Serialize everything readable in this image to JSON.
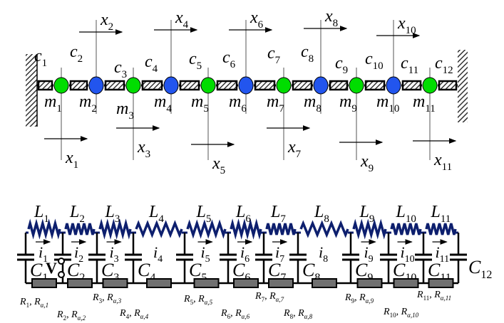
{
  "mechanical": {
    "masses": [
      {
        "label": "m",
        "sub": "1",
        "color": "#00dd00"
      },
      {
        "label": "m",
        "sub": "2",
        "color": "#2255ee"
      },
      {
        "label": "m",
        "sub": "3",
        "color": "#00dd00"
      },
      {
        "label": "m",
        "sub": "4",
        "color": "#2255ee"
      },
      {
        "label": "m",
        "sub": "5",
        "color": "#00dd00"
      },
      {
        "label": "m",
        "sub": "6",
        "color": "#2255ee"
      },
      {
        "label": "m",
        "sub": "7",
        "color": "#00dd00"
      },
      {
        "label": "m",
        "sub": "8",
        "color": "#2255ee"
      },
      {
        "label": "m",
        "sub": "9",
        "color": "#00dd00"
      },
      {
        "label": "m",
        "sub": "10",
        "color": "#2255ee"
      },
      {
        "label": "m",
        "sub": "11",
        "color": "#00dd00"
      }
    ],
    "dampers": [
      {
        "label": "c",
        "sub": "1"
      },
      {
        "label": "c",
        "sub": "2"
      },
      {
        "label": "c",
        "sub": "3"
      },
      {
        "label": "c",
        "sub": "4"
      },
      {
        "label": "c",
        "sub": "5"
      },
      {
        "label": "c",
        "sub": "6"
      },
      {
        "label": "c",
        "sub": "7"
      },
      {
        "label": "c",
        "sub": "8"
      },
      {
        "label": "c",
        "sub": "9"
      },
      {
        "label": "c",
        "sub": "10"
      },
      {
        "label": "c",
        "sub": "11"
      },
      {
        "label": "c",
        "sub": "12"
      }
    ],
    "displacements": [
      {
        "label": "x",
        "sub": "1"
      },
      {
        "label": "x",
        "sub": "2"
      },
      {
        "label": "x",
        "sub": "3"
      },
      {
        "label": "x",
        "sub": "4"
      },
      {
        "label": "x",
        "sub": "5"
      },
      {
        "label": "x",
        "sub": "6"
      },
      {
        "label": "x",
        "sub": "7"
      },
      {
        "label": "x",
        "sub": "8"
      },
      {
        "label": "x",
        "sub": "9"
      },
      {
        "label": "x",
        "sub": "10"
      },
      {
        "label": "x",
        "sub": "11"
      }
    ]
  },
  "electrical": {
    "inductors": [
      "1",
      "2",
      "3",
      "4",
      "5",
      "6",
      "7",
      "8",
      "9",
      "10",
      "11"
    ],
    "inductor_label": "L",
    "inductor_color": "#0d1f6e",
    "currents": [
      "1",
      "2",
      "3",
      "4",
      "5",
      "6",
      "7",
      "8",
      "9",
      "10",
      "11"
    ],
    "current_label": "i",
    "capacitors": [
      "1",
      "2",
      "3",
      "4",
      "5",
      "6",
      "7",
      "8",
      "9",
      "10",
      "11",
      "12"
    ],
    "capacitor_label": "C",
    "resistors": [
      {
        "r": "R",
        "sub": "1",
        "ra": "R",
        "ra_sub": "α,1"
      },
      {
        "r": "R",
        "sub": "2",
        "ra": "R",
        "ra_sub": "α,2"
      },
      {
        "r": "R",
        "sub": "3",
        "ra": "R",
        "ra_sub": "α,3"
      },
      {
        "r": "R",
        "sub": "4",
        "ra": "R",
        "ra_sub": "α,4"
      },
      {
        "r": "R",
        "sub": "5",
        "ra": "R",
        "ra_sub": "α,5"
      },
      {
        "r": "R",
        "sub": "6",
        "ra": "R",
        "ra_sub": "α,6"
      },
      {
        "r": "R",
        "sub": "7",
        "ra": "R",
        "ra_sub": "α,7"
      },
      {
        "r": "R",
        "sub": "8",
        "ra": "R",
        "ra_sub": "α,8"
      },
      {
        "r": "R",
        "sub": "9",
        "ra": "R",
        "ra_sub": "α,9"
      },
      {
        "r": "R",
        "sub": "10",
        "ra": "R",
        "ra_sub": "α,10"
      },
      {
        "r": "R",
        "sub": "11",
        "ra": "R",
        "ra_sub": "α,11"
      }
    ],
    "resistor_color": "#707070",
    "source_label": "V"
  }
}
